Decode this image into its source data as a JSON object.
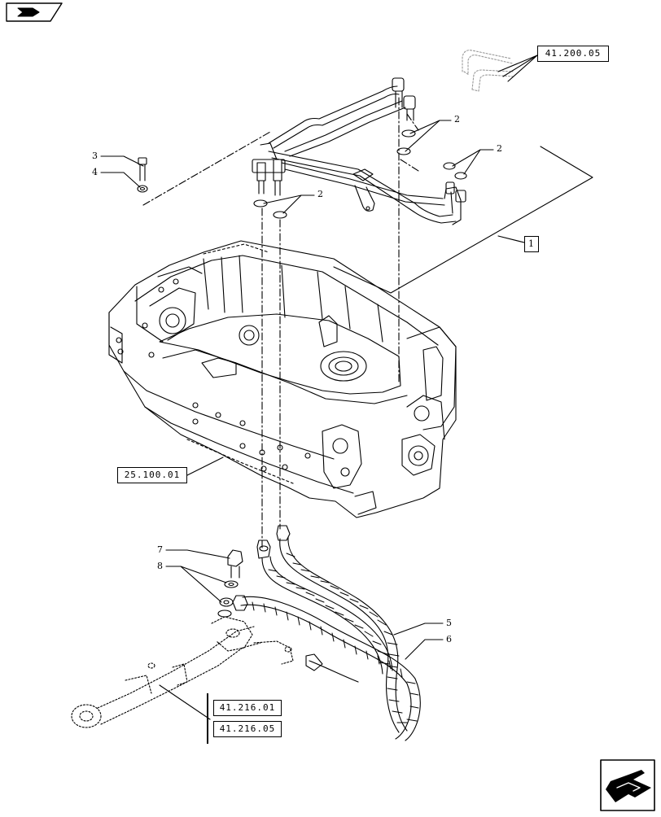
{
  "references": {
    "top_right": "41.200.05",
    "housing": "25.100.01",
    "link_a": "41.216.01",
    "link_b": "41.216.05"
  },
  "kit_callout": "1",
  "callouts": {
    "seal_a": "2",
    "seal_b": "2",
    "seal_c": "2",
    "bolt": "3",
    "washer": "4",
    "hose_a": "5",
    "hose_b": "6",
    "screw": "7",
    "washer_pair": "8"
  },
  "icons": {
    "top_left": "previous-page-icon",
    "bottom_right": "next-page-icon"
  }
}
